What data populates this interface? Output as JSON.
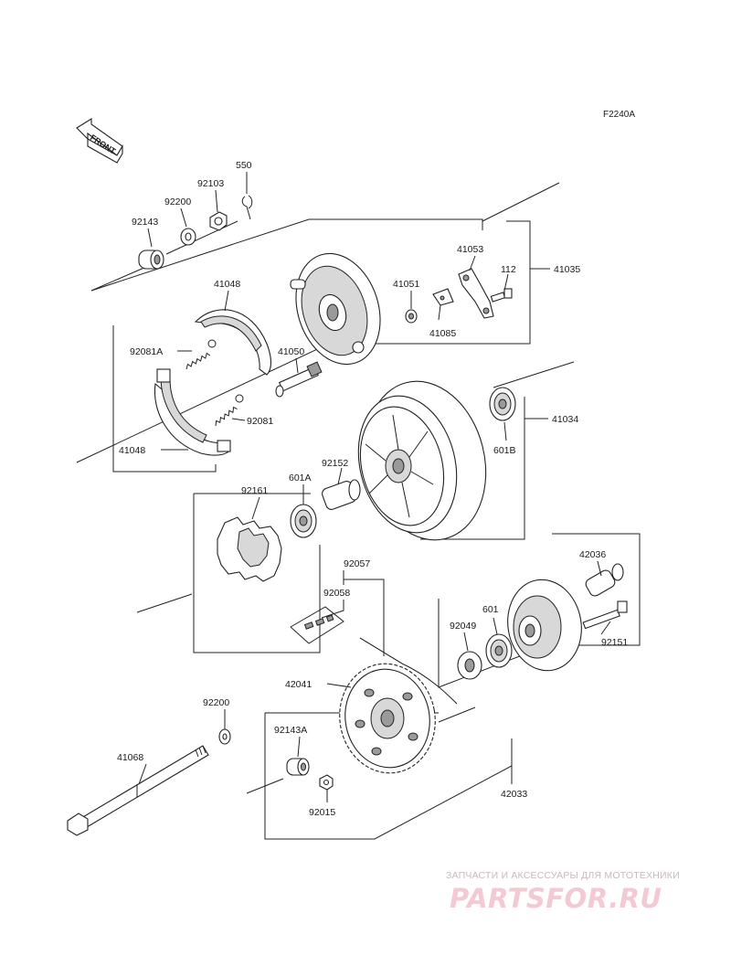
{
  "figure_code": "F2240A",
  "front_arrow_text": "FRONT",
  "watermark": {
    "caption": "ЗАПЧАСТИ И АКСЕССУАРЫ ДЛЯ МОТОТЕХНИКИ",
    "logo": "PARTSFOR.RU"
  },
  "labels": {
    "p550": "550",
    "p92103": "92103",
    "p92200_top": "92200",
    "p92143": "92143",
    "p41048_top": "41048",
    "p41053": "41053",
    "p112": "112",
    "p41035": "41035",
    "p41051": "41051",
    "p41085": "41085",
    "p92081A": "92081A",
    "p41050": "41050",
    "p92081": "92081",
    "p41048_bottom": "41048",
    "p41034": "41034",
    "p601B": "601B",
    "p92152": "92152",
    "p601A": "601A",
    "p92161": "92161",
    "p92057": "92057",
    "p92058": "92058",
    "p42036": "42036",
    "p601": "601",
    "p92049": "92049",
    "p92151": "92151",
    "p42041": "42041",
    "p92200_bottom": "92200",
    "p92143A": "92143A",
    "p41068": "41068",
    "p92015": "92015",
    "p42033": "42033"
  }
}
